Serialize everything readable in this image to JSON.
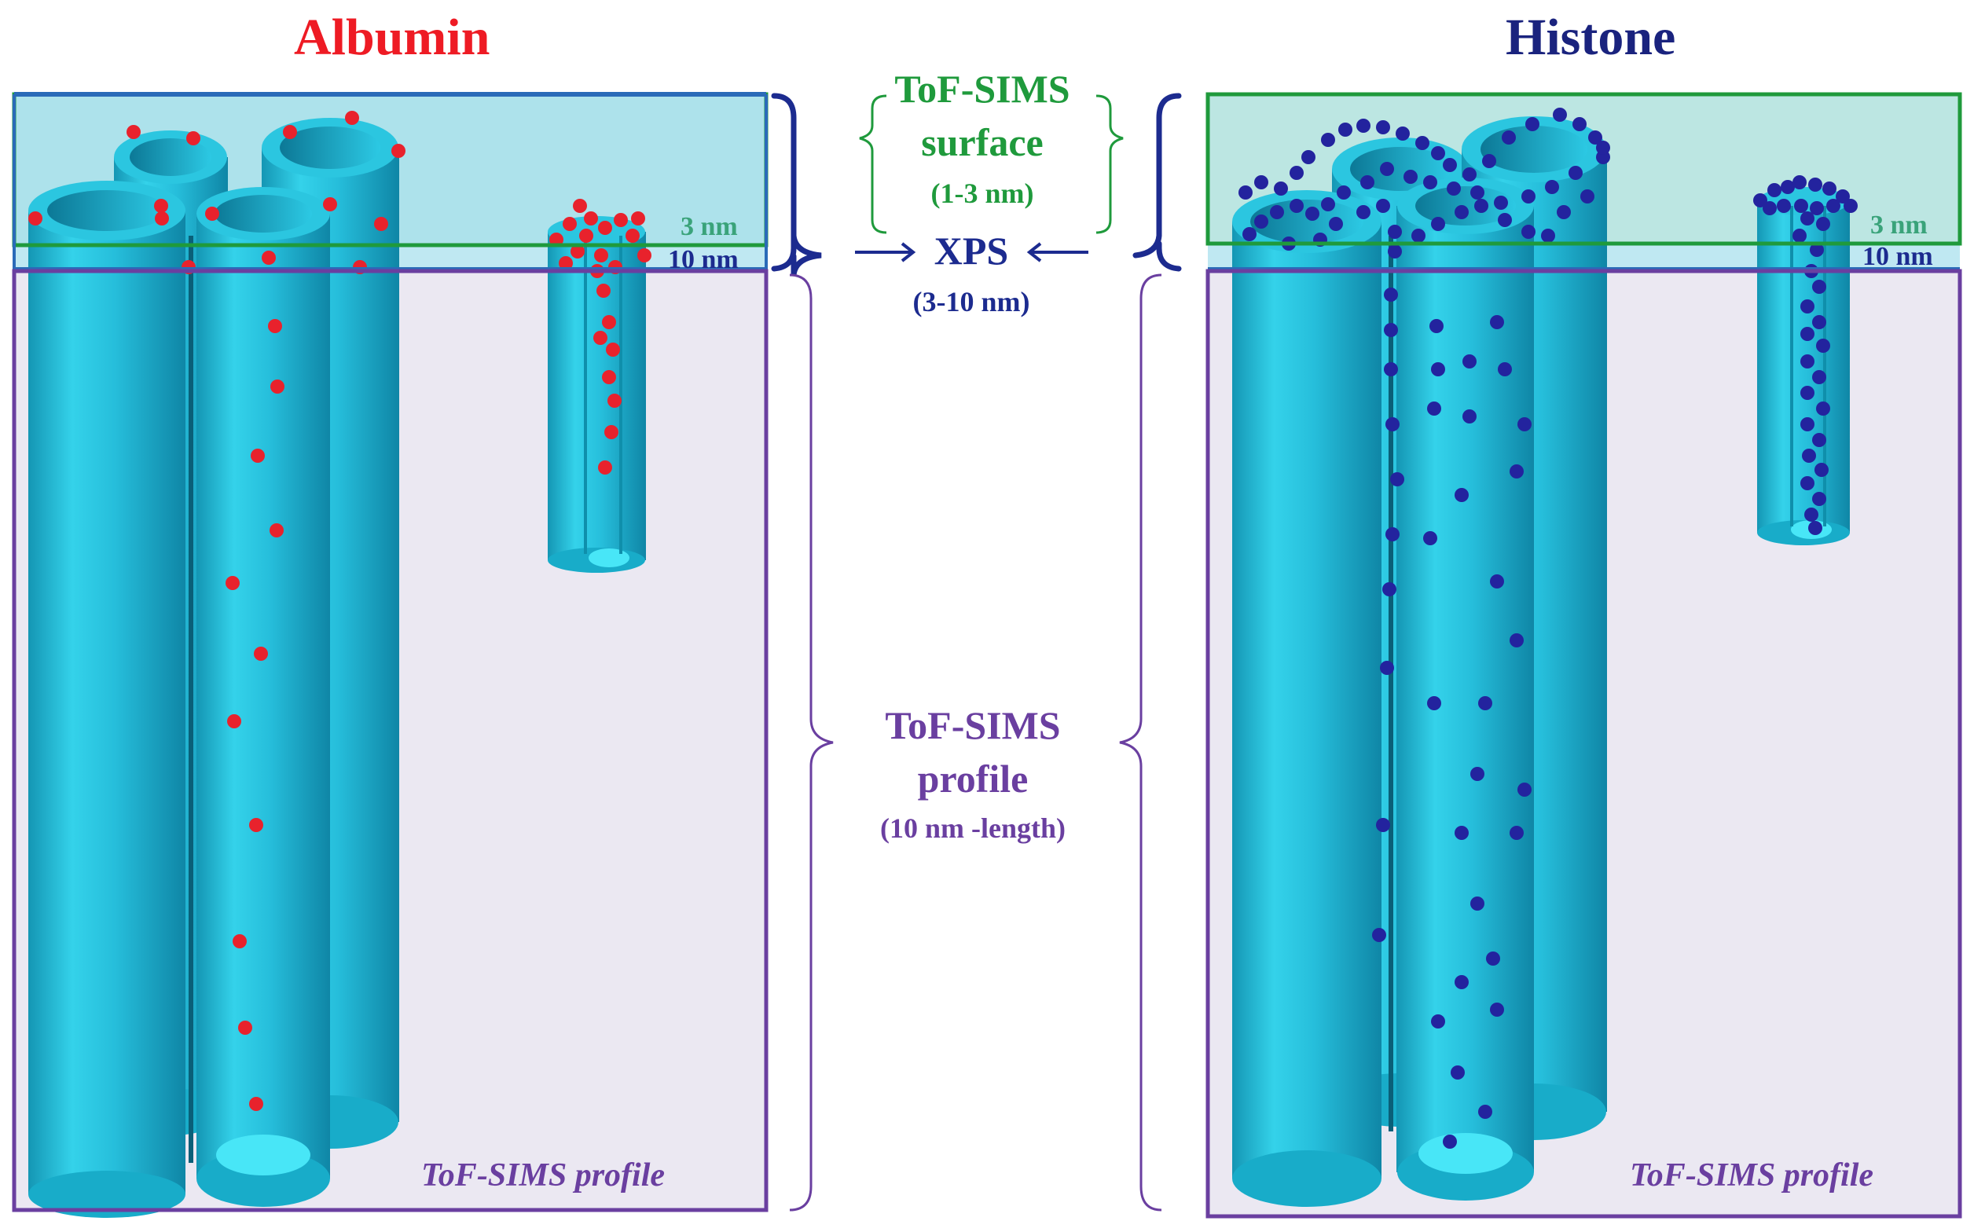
{
  "panels": {
    "albumin": {
      "title": "Albumin",
      "depth_3": "3 nm",
      "depth_10": "10 nm",
      "profile_label": "ToF-SIMS profile"
    },
    "histone": {
      "title": "Histone",
      "depth_3": "3 nm",
      "depth_10": "10 nm",
      "profile_label": "ToF-SIMS profile"
    }
  },
  "center": {
    "surface_line1": "ToF-SIMS",
    "surface_line2": "surface",
    "surface_range": "(1-3 nm)",
    "xps": "XPS",
    "xps_range": "(3-10 nm)",
    "profile_line1": "ToF-SIMS",
    "profile_line2": "profile",
    "profile_range": "(10 nm -length)"
  },
  "colors": {
    "albumin_title": "#ee1b24",
    "histone_title": "#1a237e",
    "surface_green": "#1f9a3c",
    "xps_blue": "#1c2b8f",
    "profile_purple": "#6a3fa0",
    "tube_cyan": "#1ec6e0",
    "albumin_dot": "#e8222c",
    "histone_dot": "#23239e"
  }
}
